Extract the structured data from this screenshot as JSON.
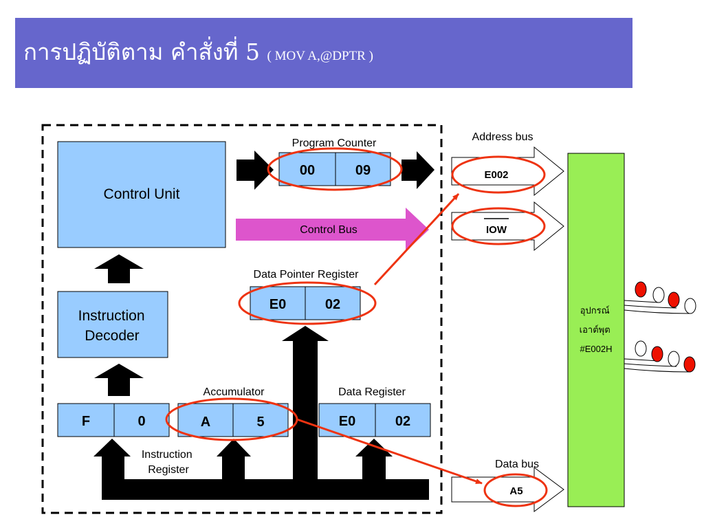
{
  "title": {
    "main": "การปฏิบัติตาม คำสั่งที่ 5 ",
    "instruction": "( MOV  A,@DPTR )"
  },
  "control_unit": "Control Unit",
  "instruction_decoder": [
    "Instruction",
    "Decoder"
  ],
  "program_counter": {
    "label": "Program Counter",
    "high": "00",
    "low": "09"
  },
  "control_bus": "Control Bus",
  "dptr": {
    "label": "Data Pointer Register",
    "high": "E0",
    "low": "02"
  },
  "instruction_register": {
    "label": [
      "Instruction",
      "Register"
    ],
    "high": "F",
    "low": "0"
  },
  "accumulator": {
    "label": "Accumulator",
    "high": "A",
    "low": "5"
  },
  "data_register": {
    "label": "Data Register",
    "high": "E0",
    "low": "02"
  },
  "address_bus": {
    "label": "Address bus",
    "value": "E002"
  },
  "iow": "IOW",
  "data_bus": {
    "label": "Data bus",
    "value": "A5"
  },
  "device": [
    "อุปกรณ์",
    "เอาต์พุต",
    "#E002H"
  ],
  "colors": {
    "title_bg": "#6666cc",
    "register": "#99ccff",
    "control_bus": "#dd55cc",
    "device": "#99ee55",
    "highlight": "#ee3311",
    "led_on": "#ee1100"
  }
}
